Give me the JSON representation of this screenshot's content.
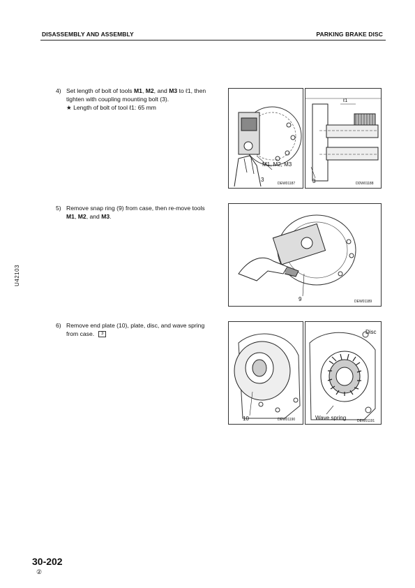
{
  "header": {
    "left": "DISASSEMBLY AND ASSEMBLY",
    "right": "PARKING BRAKE DISC"
  },
  "side_code": "U42103",
  "steps": [
    {
      "num": "4)",
      "lines": [
        "Set length of bolt of tools ",
        "M1",
        ", ",
        "M2",
        ", and ",
        "M3",
        " to ℓ1, then tighten with coupling mounting bolt (3)."
      ],
      "note": "★  Length of bolt of tool ℓ1: 65 mm"
    },
    {
      "num": "5)",
      "text_a": "Remove snap ring (9) from case, then re-move tools ",
      "b1": "M1",
      "sep1": ", ",
      "b2": "M2",
      "sep2": ", and ",
      "b3": "M3",
      "end": "."
    },
    {
      "num": "6)",
      "text": "Remove end plate (10), plate, disc, and wave spring from case.",
      "ref": "3"
    }
  ],
  "figures": {
    "fig1": {
      "caption": "DEW01187",
      "label_tools": "M1, M2, M3",
      "label_num": "3",
      "label_l": "ℓ1"
    },
    "fig2": {
      "caption": "DDW01188",
      "label_num": "3"
    },
    "fig3": {
      "caption": "DEW01189",
      "label_num": "9"
    },
    "fig4": {
      "caption": "DEW01190",
      "label_num": "10"
    },
    "fig5": {
      "caption": "DEW01191",
      "label_disc": "Disc",
      "label_wave": "Wave spring"
    }
  },
  "footer": {
    "page": "30-202",
    "revision": "②"
  }
}
